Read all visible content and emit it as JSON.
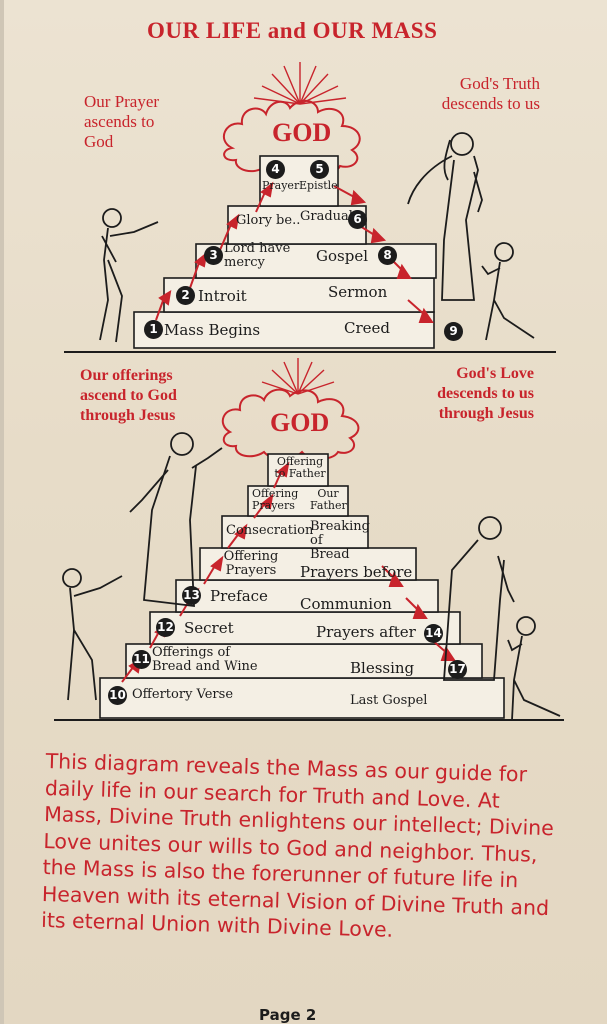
{
  "title": "OUR LIFE and OUR MASS",
  "top_diagram": {
    "left_caption": [
      "Our Prayer",
      "ascends to",
      "God"
    ],
    "right_caption": [
      "God's Truth",
      "descends to us"
    ],
    "god_label": "GOD",
    "steps": [
      {
        "badge": "1",
        "label": "Mass Begins"
      },
      {
        "badge": "2",
        "label": "Introit"
      },
      {
        "badge": "3",
        "label": "Lord have mercy"
      },
      {
        "badge": "",
        "label": "Glory be.."
      },
      {
        "badge": "4",
        "label": "Prayer"
      },
      {
        "badge": "5",
        "label": "Epistle"
      },
      {
        "badge": "6",
        "label": "Gradual"
      },
      {
        "badge": "8",
        "label": "Gospel"
      },
      {
        "badge": "",
        "label": "Sermon"
      },
      {
        "badge": "",
        "label": "Creed"
      },
      {
        "badge": "9",
        "label": ""
      }
    ]
  },
  "bottom_diagram": {
    "left_caption": [
      "Our offerings",
      "ascend to God",
      "through Jesus"
    ],
    "right_caption": [
      "God's Love",
      "descends to us",
      "through Jesus"
    ],
    "god_label": "GOD",
    "steps": [
      {
        "badge": "10",
        "label": "Offertory Verse"
      },
      {
        "badge": "11",
        "label": "Offerings of Bread and Wine"
      },
      {
        "badge": "12",
        "label": "Secret"
      },
      {
        "badge": "13",
        "label": "Preface"
      },
      {
        "badge": "",
        "label": "Offering Prayers"
      },
      {
        "badge": "",
        "label": "Consecration"
      },
      {
        "badge": "",
        "label": "Offering Prayers"
      },
      {
        "badge": "",
        "label": "Offering to Father"
      },
      {
        "badge": "",
        "label": "Our Father"
      },
      {
        "badge": "",
        "label": "Breaking of Bread"
      },
      {
        "badge": "",
        "label": "Prayers before Communion"
      },
      {
        "badge": "14",
        "label": "Prayers after"
      },
      {
        "badge": "17",
        "label": "Blessing"
      },
      {
        "badge": "",
        "label": "Last Gospel"
      }
    ]
  },
  "paragraph": "This diagram reveals the Mass as our guide for daily life in our search for Truth and Love. At Mass, Divine Truth enlightens our intellect; Divine Love unites our wills to God and neighbor. Thus, the Mass is also the forerunner of future life in Heaven with its eternal Vision of Divine Truth and its eternal Union with Divine Love.",
  "page_number": "Page 2",
  "colors": {
    "accent_red": "#c8242c",
    "ink": "#1c1c1c",
    "paper": "#e8ddc9"
  }
}
